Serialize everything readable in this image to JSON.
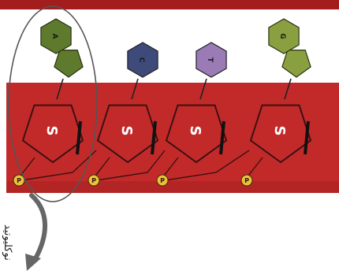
{
  "caption": "نوكليوتيد",
  "colors": {
    "backbone": "#c22a2a",
    "backbone_dark": "#9e1f1f",
    "top_band": "#a41d1d",
    "sugar_outline": "#3a1212",
    "phosphate": "#e8c23a",
    "circle": "#555555",
    "arrow": "#666666"
  },
  "nucleotides": [
    {
      "sugar_label": "S",
      "phosphate_label": "P",
      "base_label": "A",
      "base_shape": "double-ring",
      "base_color": "#5e7a2c",
      "icon": "purine-base-icon"
    },
    {
      "sugar_label": "S",
      "phosphate_label": "P",
      "base_label": "C",
      "base_shape": "hexagon",
      "base_color": "#3d4a7a",
      "icon": "pyrimidine-base-icon"
    },
    {
      "sugar_label": "S",
      "phosphate_label": "P",
      "base_label": "T",
      "base_shape": "hexagon",
      "base_color": "#9a7bb5",
      "icon": "pyrimidine-base-icon"
    },
    {
      "sugar_label": "S",
      "phosphate_label": "P",
      "base_label": "G",
      "base_shape": "double-ring",
      "base_color": "#8aa040",
      "icon": "purine-base-icon"
    }
  ]
}
